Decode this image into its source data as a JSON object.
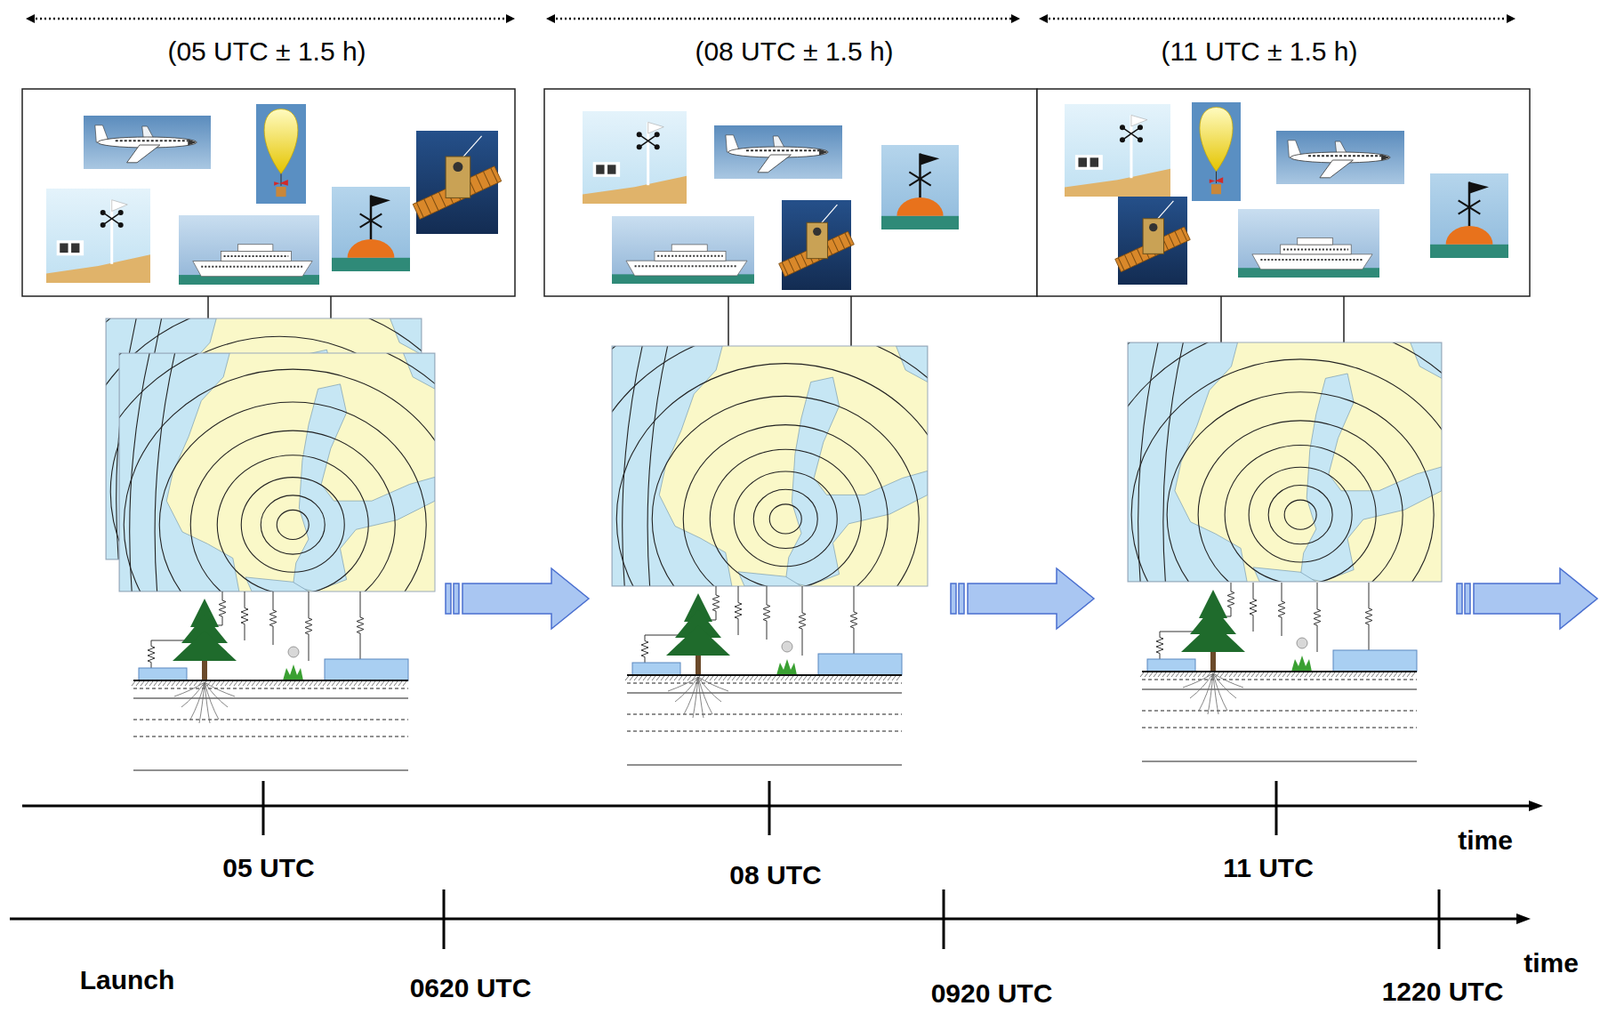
{
  "diagram": {
    "labels": [
      "(05 UTC ± 1.5 h)",
      "(08 UTC ± 1.5 h)",
      "(11 UTC ± 1.5 h)",
      "05 UTC",
      "08 UTC",
      "11 UTC",
      "time",
      "Launch",
      "0620 UTC",
      "0920 UTC",
      "1220 UTC",
      "time"
    ]
  }
}
